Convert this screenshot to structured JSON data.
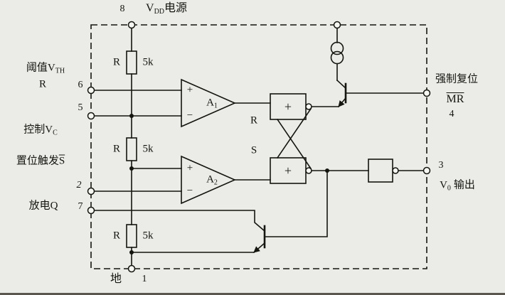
{
  "figure": {
    "title": "555 timer internal functional block diagram",
    "background": "#ebebe8",
    "line_color": "#15150f"
  },
  "pins": {
    "p8": {
      "number": "8",
      "label_base": "V",
      "label_sub": "DD",
      "label_rest": "电源"
    },
    "p6": {
      "number": "6",
      "label_base": "阈值V",
      "label_sub": "TH",
      "label_line2": "R"
    },
    "p5": {
      "number": "5",
      "label_base": "控制V",
      "label_sub": "C"
    },
    "p2": {
      "number": "2",
      "label_base": "置位触发",
      "label_over": "S"
    },
    "p7": {
      "number": "7",
      "label_base": "放电Q"
    },
    "p1": {
      "number": "1",
      "label_base": "地"
    },
    "p4": {
      "number": "4",
      "label_line1": "强制复位",
      "label_over": "MR"
    },
    "p3": {
      "number": "3",
      "label_base": "V",
      "label_sub": "0",
      "label_rest": "输出"
    }
  },
  "resistors": {
    "r1": {
      "name": "R",
      "value": "5k"
    },
    "r2": {
      "name": "R",
      "value": "5k"
    },
    "r3": {
      "name": "R",
      "value": "5k"
    }
  },
  "comparators": {
    "a1": {
      "plus": "+",
      "minus": "−",
      "name_base": "A",
      "name_sub": "1"
    },
    "a2": {
      "plus": "+",
      "minus": "−",
      "name_base": "A",
      "name_sub": "2"
    }
  },
  "latch": {
    "r_input": "R",
    "s_input": "S",
    "gate_top_symbol": "+",
    "gate_bottom_symbol": "+"
  }
}
